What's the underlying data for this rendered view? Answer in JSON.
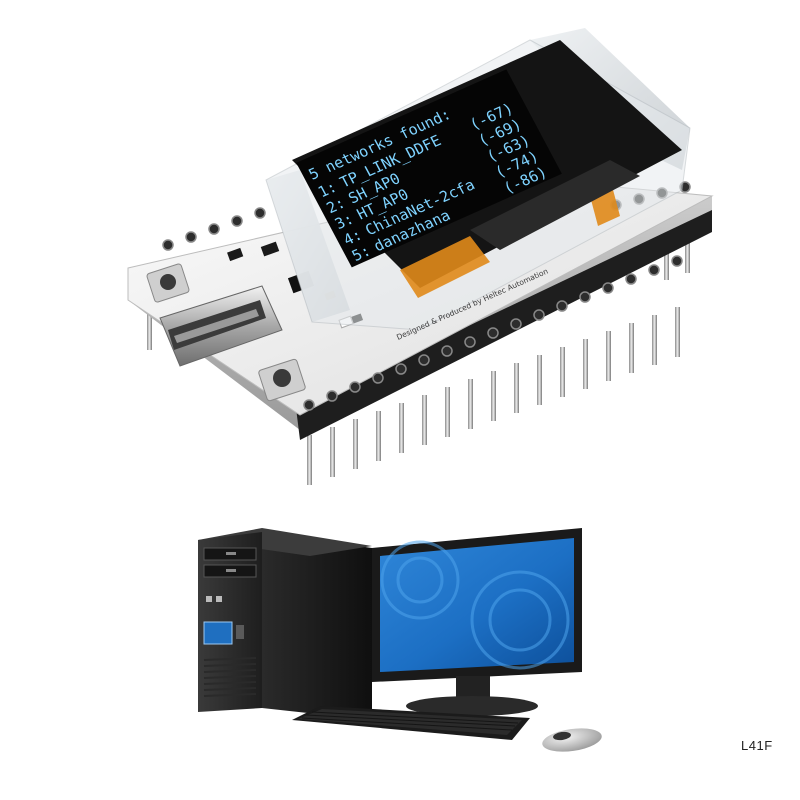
{
  "oled": {
    "header": "5 networks found:",
    "networks": [
      {
        "index": "1:",
        "ssid": "TP_LINK_DDFE",
        "rssi": "(-67)"
      },
      {
        "index": "2:",
        "ssid": "SH_AP0",
        "rssi": "(-69)"
      },
      {
        "index": "3:",
        "ssid": "HT_AP0",
        "rssi": "(-63)"
      },
      {
        "index": "4:",
        "ssid": "ChinaNet-2cfa",
        "rssi": "(-74)"
      },
      {
        "index": "5:",
        "ssid": "danazhana",
        "rssi": "(-86)"
      }
    ]
  },
  "board_silkscreen": "Designed & Produced by Heltec Automation",
  "product_code": "L41F"
}
